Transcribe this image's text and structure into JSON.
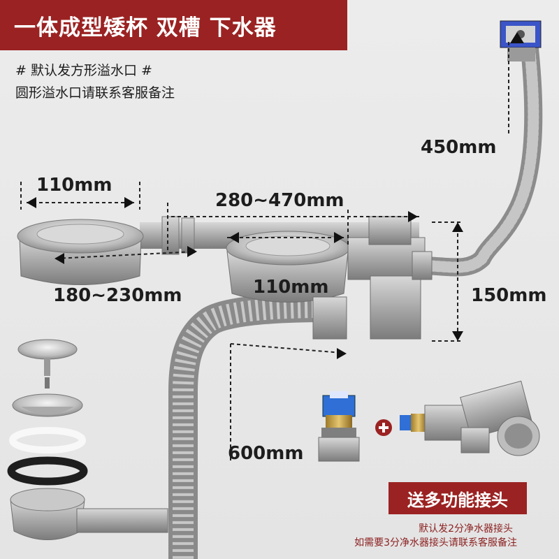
{
  "title": "一体成型矮杯 双槽 下水器",
  "notes": [
    "# 默认发方形溢水口 #",
    "圆形溢水口请联系客服备注"
  ],
  "dimensions": {
    "strainer_width": "110mm",
    "pipe_span": "280~470mm",
    "overflow_hose": "450mm",
    "left_spacing": "180~230mm",
    "right_strainer": "110mm",
    "trap_height": "150mm",
    "drain_hose": "600mm"
  },
  "promo": "送多功能接头",
  "promo_notes": [
    "默认发2分净水器接头",
    "如需要3分净水器接头请联系客服备注"
  ],
  "plus_sign": "+",
  "colors": {
    "accent": "#9b2222",
    "connector_blue": "#2f6fd6",
    "brass": "#c9a24a"
  },
  "icons": [
    "dimension-arrow-icon",
    "plus-icon"
  ]
}
